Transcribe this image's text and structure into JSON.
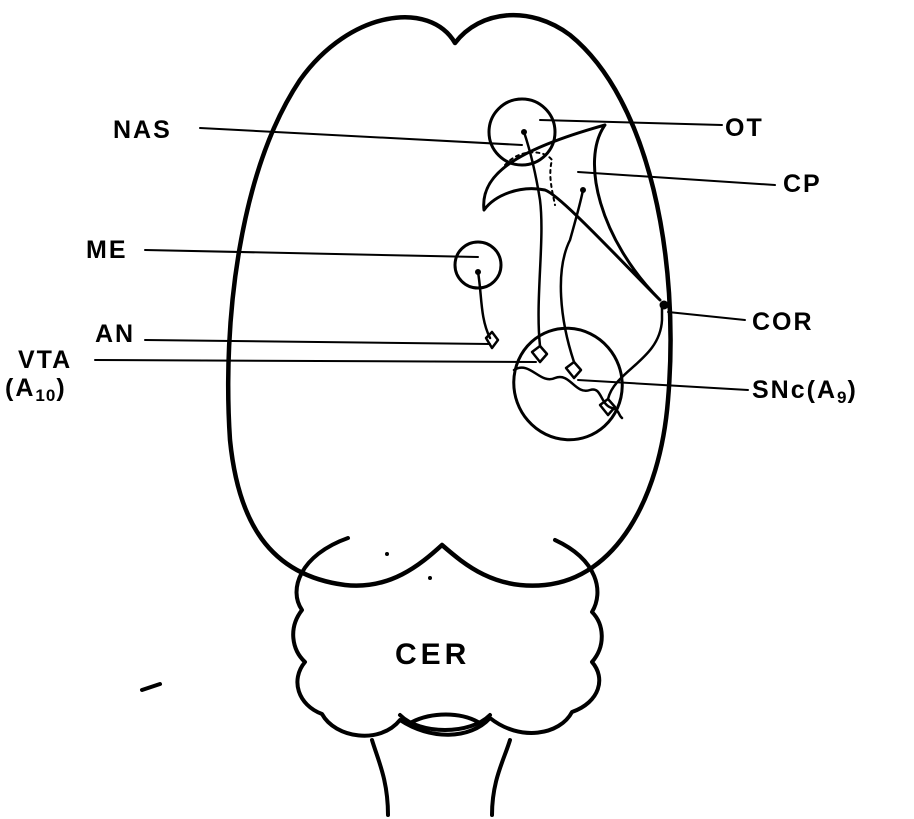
{
  "labels": {
    "nas": "NAS",
    "ot": "OT",
    "cp": "CP",
    "me": "ME",
    "an": "AN",
    "cor": "COR",
    "vta_line1": "VTA",
    "vta_line2_open": "(A",
    "vta_line2_sub": "10",
    "vta_line2_close": ")",
    "snc_main": "SNc(A",
    "snc_sub": "9",
    "snc_close": ")",
    "cer": "CER"
  },
  "colors": {
    "ink": "#000000",
    "paper": "#ffffff"
  }
}
